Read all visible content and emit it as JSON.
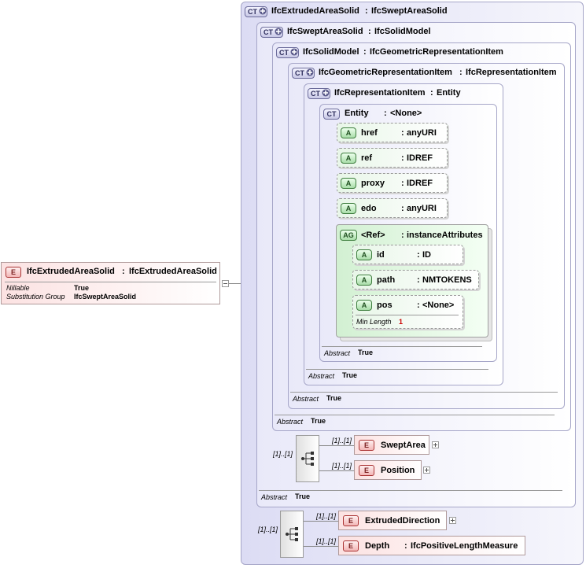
{
  "root": {
    "badge": "E",
    "name": "IfcExtrudedAreaSolid",
    "type": "IfcExtrudedAreaSolid",
    "props": [
      {
        "label": "Nillable",
        "value": "True"
      },
      {
        "label": "Substitution Group",
        "value": "IfcSweptAreaSolid"
      }
    ]
  },
  "complex_types": [
    {
      "badge": "CT",
      "name": "IfcExtrudedAreaSolid",
      "base": "IfcSweptAreaSolid"
    },
    {
      "badge": "CT",
      "name": "IfcSweptAreaSolid",
      "base": "IfcSolidModel",
      "abstract_label": "Abstract",
      "abstract_value": "True"
    },
    {
      "badge": "CT",
      "name": "IfcSolidModel",
      "base": "IfcGeometricRepresentationItem",
      "abstract_label": "Abstract",
      "abstract_value": "True"
    },
    {
      "badge": "CT",
      "name": "IfcGeometricRepresentationItem",
      "base": "IfcRepresentationItem",
      "abstract_label": "Abstract",
      "abstract_value": "True"
    },
    {
      "badge": "CT",
      "name": "IfcRepresentationItem",
      "base": "Entity",
      "abstract_label": "Abstract",
      "abstract_value": "True"
    },
    {
      "badge": "CT",
      "name": "Entity",
      "base": "<None>",
      "abstract_label": "Abstract",
      "abstract_value": "True"
    }
  ],
  "entity_attributes": [
    {
      "badge": "A",
      "name": "href",
      "type": "anyURI"
    },
    {
      "badge": "A",
      "name": "ref",
      "type": "IDREF"
    },
    {
      "badge": "A",
      "name": "proxy",
      "type": "IDREF"
    },
    {
      "badge": "A",
      "name": "edo",
      "type": "anyURI"
    }
  ],
  "attribute_group": {
    "badge": "AG",
    "name": "<Ref>",
    "type": "instanceAttributes",
    "attributes": [
      {
        "badge": "A",
        "name": "id",
        "type": "ID"
      },
      {
        "badge": "A",
        "name": "path",
        "type": "NMTOKENS"
      },
      {
        "badge": "A",
        "name": "pos",
        "type": "<None>",
        "prop_label": "Min Length",
        "prop_value": "1"
      }
    ]
  },
  "swept_sequence": {
    "cardinality": "[1]..[1]",
    "elements": [
      {
        "badge": "E",
        "name": "SweptArea",
        "cardinality": "[1]..[1]"
      },
      {
        "badge": "E",
        "name": "Position",
        "cardinality": "[1]..[1]"
      }
    ]
  },
  "extruded_sequence": {
    "cardinality": "[1]..[1]",
    "elements": [
      {
        "badge": "E",
        "name": "ExtrudedDirection",
        "cardinality": "[1]..[1]"
      },
      {
        "badge": "E",
        "name": "Depth",
        "type": "IfcPositiveLengthMeasure",
        "cardinality": "[1]..[1]"
      }
    ]
  },
  "colors": {
    "complex_type_fill": "#e9e9f9",
    "attribute_fill": "#e8f6e8",
    "element_fill": "#fce2e2",
    "cardinality_red": "#cc0000"
  }
}
